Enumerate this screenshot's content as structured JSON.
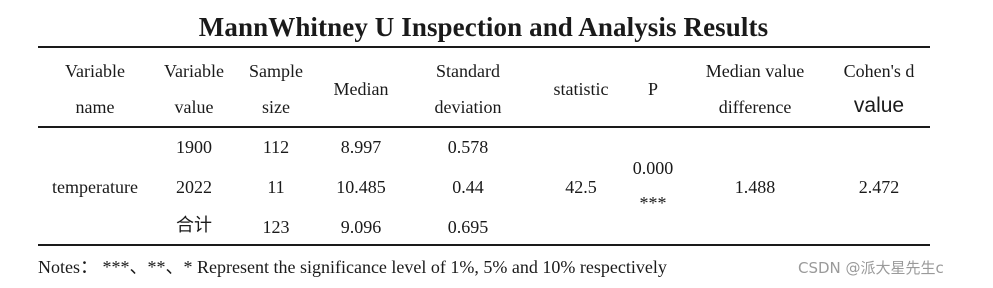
{
  "title": "MannWhitney U Inspection and Analysis Results",
  "header": {
    "variable_name": [
      "Variable",
      "name"
    ],
    "variable_value": [
      "Variable",
      "value"
    ],
    "sample_size": [
      "Sample",
      "size"
    ],
    "median": "Median",
    "std_dev": [
      "Standard",
      "deviation"
    ],
    "statistic": "statistic",
    "p": "P",
    "median_diff": [
      "Median value",
      "difference"
    ],
    "cohens_d": [
      "Cohen's d",
      "value"
    ]
  },
  "body": {
    "variable_name": "temperature",
    "rows": [
      {
        "value": "1900",
        "sample_size": "112",
        "median": "8.997",
        "std_dev": "0.578"
      },
      {
        "value": "2022",
        "sample_size": "11",
        "median": "10.485",
        "std_dev": "0.44"
      },
      {
        "value": "合计",
        "sample_size": "123",
        "median": "9.096",
        "std_dev": "0.695"
      }
    ],
    "statistic": "42.5",
    "p_value": "0.000",
    "p_stars": "***",
    "median_diff": "1.488",
    "cohens_d": "2.472"
  },
  "notes": "Notes：  ***、**、* Represent the significance level of 1%, 5% and 10% respectively",
  "watermark": "CSDN @派大星先生c"
}
